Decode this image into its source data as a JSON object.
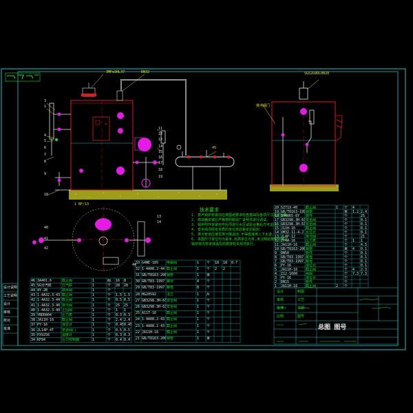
{
  "drawing": {
    "title_block": {
      "label": "总图 图号",
      "side_labels": [
        "设计说明",
        "工艺说明",
        "设计",
        "审核",
        "校对",
        "批准"
      ]
    },
    "callouts": {
      "top_left_a": "3MPa3HL37",
      "top_left_b": "DN32",
      "top_right": "SGS2G9DL0BZ0",
      "side_right": "排污阀门",
      "bottom_left": "1 BF/13",
      "left_numbers": [
        "3",
        "1",
        "4",
        "5",
        "6",
        "7",
        "8",
        "9",
        "10"
      ],
      "right_numbers": [
        "11",
        "12",
        "13",
        "14",
        "15",
        "16",
        "17",
        "18",
        "19"
      ],
      "header_number": "45",
      "plan_numbers": [
        "40",
        "41",
        "42",
        "44",
        "13",
        "14"
      ]
    },
    "notes": {
      "title": "技术要求",
      "lines": [
        "1. 蒸汽锅炉安装前应按图纸要求检查基础及各项尺寸是否合格。",
        "2. 燃烧器安装应严格按照制造厂说明书进行调试。",
        "3. 锅炉附件安装完毕后须进行水压试验合格后方可运行。",
        "4. 安全阀须经有资质的单位校验整定后铅封。",
        "5. 排污管道应接至排污降温池,不得直接排入下水道。",
        "6. 本图尺寸单位均为毫米,标高单位为米,未注明处按规范施工,",
        "   锅炉房内管道保温及防腐按有关规范执行。"
      ]
    },
    "bom_left": {
      "rows": [
        [
          "46",
          "3A401.6",
          "截止阀",
          "1",
          "组",
          "16",
          "8"
        ],
        [
          "45",
          "SG分汽缸",
          "分汽缸",
          "1",
          "个",
          "28",
          "28"
        ],
        [
          "44",
          "4Y-2B",
          "疏水阀",
          "1",
          "个",
          "",
          ""
        ],
        [
          "43",
          "1-4A32.3-43",
          "截止阀",
          "1",
          "个",
          "1.5",
          "1.5"
        ],
        [
          "42",
          "1-4A32.3-44",
          "截止阀",
          "1",
          "个",
          "0.5",
          "0.5"
        ],
        [
          "41",
          "1-4A32.3-40",
          "排污阀",
          "1",
          "个",
          "25",
          "25"
        ],
        [
          "40",
          "1-4A32.3-40",
          "止回阀",
          "1",
          "个",
          "1",
          "1"
        ],
        [
          "39",
          "YBDD804",
          "压力表",
          "1",
          "个",
          "0.3",
          "0.3"
        ],
        [
          "38",
          "JA11H-16",
          "截止阀",
          "1",
          "个",
          "2.4",
          "2.4"
        ],
        [
          "37",
          "PY-16",
          "液位计",
          "1",
          "个",
          "0.45",
          "0.45"
        ],
        [
          "36",
          "2L14P-4T",
          "管道阀门",
          "1",
          "个",
          "0.5",
          "0.5"
        ],
        [
          "35",
          "PX9256",
          "温度计",
          "1",
          "个",
          "0.3",
          "0.3"
        ],
        [
          "34",
          "KP94",
          "压力控制器",
          "1",
          "个",
          "0.4",
          "0.4"
        ]
      ]
    },
    "bom_mid": {
      "rows": [
        [
          "33",
          "G4NE-185",
          "电磁阀",
          "1",
          "个",
          "18",
          "18",
          "0.7"
        ],
        [
          "32",
          "1-4A08.2-44",
          "截止阀",
          "1",
          "个",
          "2",
          "2",
          ""
        ],
        [
          "31",
          "GB/T8163-2008",
          "钢管",
          "1",
          "米",
          "",
          "",
          ""
        ],
        [
          "30",
          "GB/T83-1997",
          "螺母",
          "4",
          "个",
          "",
          "",
          ""
        ],
        [
          "29",
          "GB/T83-1997",
          "螺栓",
          "8",
          "个",
          "",
          "",
          ""
        ],
        [
          "28",
          "HG20592",
          "法兰",
          "1",
          "片",
          "",
          "",
          ""
        ],
        [
          "27",
          "GB3298.3H-63",
          "安全阀",
          "1",
          "个",
          "",
          "",
          ""
        ],
        [
          "26",
          "GB3298.3H-63",
          "安全阀",
          "1",
          "个",
          "",
          "",
          ""
        ],
        [
          "25",
          "A11T-16",
          "截止阀",
          "1",
          "个",
          "",
          "",
          ""
        ],
        [
          "24",
          "1-4A08.2-43",
          "截止阀",
          "1",
          "个",
          "",
          "",
          ""
        ],
        [
          "23",
          "1-4A08.2-43",
          "截止阀",
          "1",
          "个",
          "",
          "",
          ""
        ],
        [
          "22",
          "JA11H-16",
          "截止阀",
          "1",
          "个",
          "",
          "",
          ""
        ],
        [
          "21",
          "GB/T8163-2008",
          "钢管",
          "1",
          "米",
          "",
          "",
          ""
        ]
      ]
    },
    "bom_right": {
      "rows": [
        [
          "20",
          "SZ71X-40",
          "截止阀",
          "1",
          "个",
          "4",
          ""
        ],
        [
          "19",
          "GB/T8163-1994",
          "钢管",
          "",
          "米",
          "1.2",
          "2.4"
        ],
        [
          "18",
          "SH4065-6Y",
          "管件",
          "",
          "个",
          "",
          "25"
        ],
        [
          "17",
          "GB3298.3H-63",
          "安全阀",
          "",
          "个",
          "",
          "0.1"
        ],
        [
          "16",
          "GB3298.3H-63",
          "安全阀",
          "",
          "个",
          "",
          "0.1"
        ],
        [
          "15",
          "J11H-16",
          "截止阀",
          "",
          "个",
          "",
          "0.1"
        ],
        [
          "14",
          "XM32-11-4-J",
          "水位计",
          "",
          "个",
          "",
          "0.1"
        ],
        [
          "13",
          "2L4P-12",
          "排污阀",
          "",
          "个",
          "",
          "21"
        ],
        [
          "12",
          "ZY4A-16",
          "压力表",
          "",
          "个",
          "1",
          "1"
        ],
        [
          "11",
          "JA11H-16",
          "截止阀",
          "",
          "个",
          "",
          "4.5"
        ],
        [
          "10",
          "GB/T8163-2008",
          "钢管",
          "",
          "米",
          "4",
          "0.1"
        ],
        [
          "9",
          "DN50",
          "管件",
          "",
          "个",
          "",
          "0.1"
        ],
        [
          "8",
          "GB/T83-1997",
          "螺栓",
          "",
          "个",
          "",
          "0.1"
        ],
        [
          "7",
          "GB/T83-1997",
          "螺母",
          "",
          "个",
          "",
          "0.1"
        ],
        [
          "6",
          "PY-16",
          "液位计",
          "",
          "个",
          "",
          "0.1"
        ],
        [
          "5",
          "JA11H-16",
          "截止阀",
          "",
          "个",
          "4",
          "2.3"
        ],
        [
          "4",
          "Z12-1600",
          "闸阀",
          "",
          "个",
          "7.3",
          "7.3"
        ],
        [
          "3",
          "PY-16",
          "液位计",
          "",
          "个",
          "",
          ""
        ],
        [
          "2",
          "DN15",
          "管件",
          "",
          "个",
          "",
          ""
        ],
        [
          "1",
          "JA11H-16",
          "截止阀",
          "2",
          "个",
          "",
          ""
        ]
      ]
    },
    "title_block_texts": [
      "设计",
      "制图",
      "审核",
      "工艺",
      "批准",
      "日期",
      "比例",
      "图号"
    ]
  }
}
